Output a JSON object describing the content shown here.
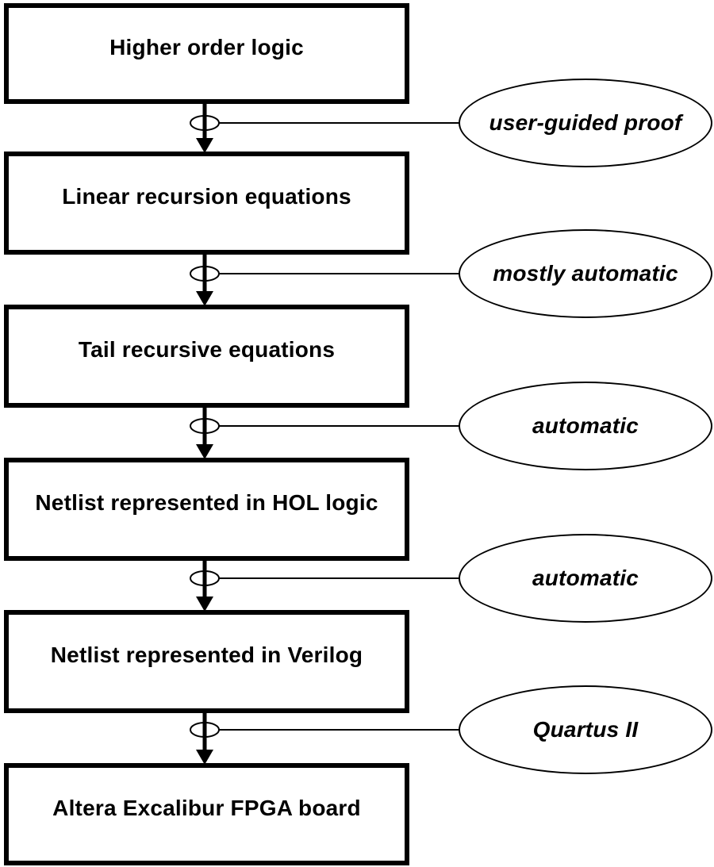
{
  "colors": {
    "ink": "#000000",
    "paper": "#ffffff"
  },
  "diagram": {
    "stages": [
      {
        "label": "Higher order logic"
      },
      {
        "label": "Linear recursion equations"
      },
      {
        "label": "Tail recursive equations"
      },
      {
        "label": "Netlist represented in HOL logic"
      },
      {
        "label": "Netlist represented in Verilog"
      },
      {
        "label": "Altera Excalibur FPGA board"
      }
    ],
    "transitions": [
      {
        "label": "user-guided proof",
        "connector_icon": "down-arrow-icon",
        "junction_icon": "junction-ellipse-icon"
      },
      {
        "label": "mostly automatic",
        "connector_icon": "down-arrow-icon",
        "junction_icon": "junction-ellipse-icon"
      },
      {
        "label": "automatic",
        "connector_icon": "down-arrow-icon",
        "junction_icon": "junction-ellipse-icon"
      },
      {
        "label": "automatic",
        "connector_icon": "down-arrow-icon",
        "junction_icon": "junction-ellipse-icon"
      },
      {
        "label": "Quartus II",
        "connector_icon": "down-arrow-icon",
        "junction_icon": "junction-ellipse-icon"
      }
    ]
  }
}
